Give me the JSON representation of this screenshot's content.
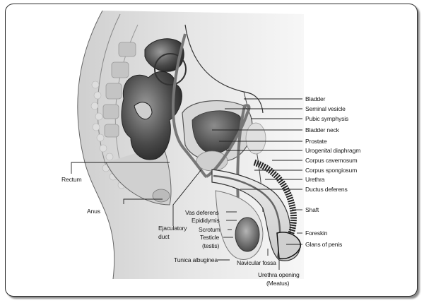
{
  "diagram": {
    "title": "Male reproductive anatomy (sagittal section)",
    "labels": [
      {
        "id": "bladder",
        "text": "Bladder"
      },
      {
        "id": "seminal-vesicle",
        "text": "Seminal vesicle"
      },
      {
        "id": "pubic-symphysis",
        "text": "Pubic symphysis"
      },
      {
        "id": "bladder-neck",
        "text": "Bladder neck"
      },
      {
        "id": "prostate",
        "text": "Prostate"
      },
      {
        "id": "urogenital-diaphragm",
        "text": "Urogenital diaphragm"
      },
      {
        "id": "corpus-cavernosum",
        "text": "Corpus cavernosum"
      },
      {
        "id": "corpus-spongiosum",
        "text": "Corpus spongiosum"
      },
      {
        "id": "urethra",
        "text": "Urethra"
      },
      {
        "id": "ductus-deferens",
        "text": "Ductus deferens"
      },
      {
        "id": "shaft",
        "text": "Shaft"
      },
      {
        "id": "foreskin",
        "text": "Foreskin"
      },
      {
        "id": "glans-of-penis",
        "text": "Glans of penis"
      },
      {
        "id": "urethra-opening",
        "text": "Urethra opening",
        "text2": "(Meatus)"
      },
      {
        "id": "navicular-fossa",
        "text": "Navicular fossa"
      },
      {
        "id": "tunica-albuginea",
        "text": "Tunica albuginea"
      },
      {
        "id": "testicle",
        "text": "Testicle",
        "text2": "(testis)"
      },
      {
        "id": "scrotum",
        "text": "Scrotum"
      },
      {
        "id": "epididymis",
        "text": "Epididymis"
      },
      {
        "id": "vas-deferens",
        "text": "Vas deferens"
      },
      {
        "id": "ejaculatory-duct",
        "text": "Ejaculatory",
        "text2": "duct"
      },
      {
        "id": "anus",
        "text": "Anus"
      },
      {
        "id": "rectum",
        "text": "Rectum"
      }
    ]
  }
}
